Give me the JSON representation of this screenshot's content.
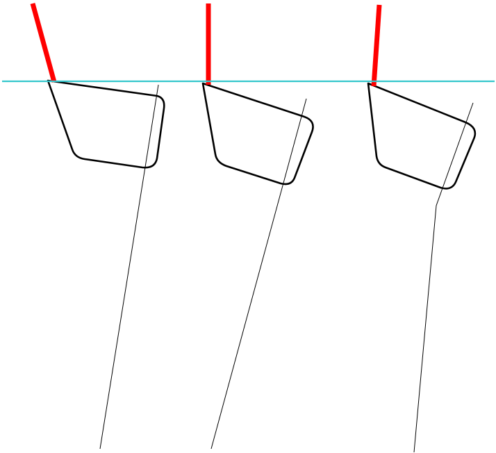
{
  "diagram": {
    "reference_line": {
      "color": "#33c6cc"
    },
    "body_outline": {
      "color": "#000000"
    },
    "indicator": {
      "color": "#ff0000"
    },
    "axis_line": {
      "color": "#000000"
    },
    "figures": [
      {
        "name": "figure-1",
        "indicator_tilt": "leans-left"
      },
      {
        "name": "figure-2",
        "indicator_tilt": "vertical"
      },
      {
        "name": "figure-3",
        "indicator_tilt": "slight-right"
      }
    ]
  }
}
